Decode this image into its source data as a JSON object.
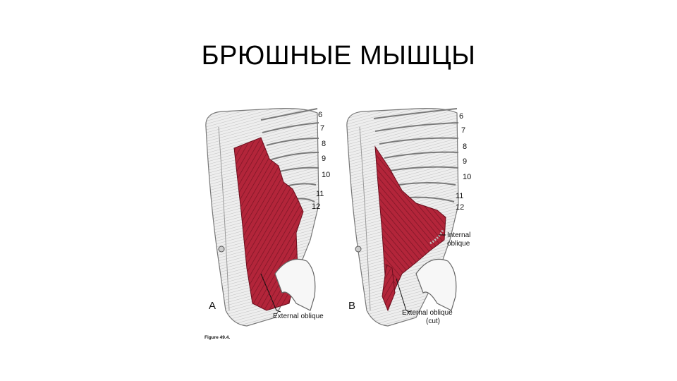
{
  "slide": {
    "title": "БРЮШНЫЕ МЫШЦЫ"
  },
  "figure": {
    "caption": "Figure 49.4.",
    "panel_a": {
      "letter": "A",
      "rib_numbers": [
        "6",
        "7",
        "8",
        "9",
        "10",
        "11",
        "12"
      ],
      "label_external": "External oblique"
    },
    "panel_b": {
      "letter": "B",
      "rib_numbers": [
        "6",
        "7",
        "8",
        "9",
        "10",
        "11",
        "12"
      ],
      "label_internal_1": "Internal",
      "label_internal_2": "oblique",
      "label_external_1": "External oblique",
      "label_external_2": "(cut)"
    }
  },
  "colors": {
    "muscle": "#b3253a",
    "muscle_dark": "#7a1424",
    "bone": "#f2f2f2",
    "sketch": "#8a8a8a"
  }
}
